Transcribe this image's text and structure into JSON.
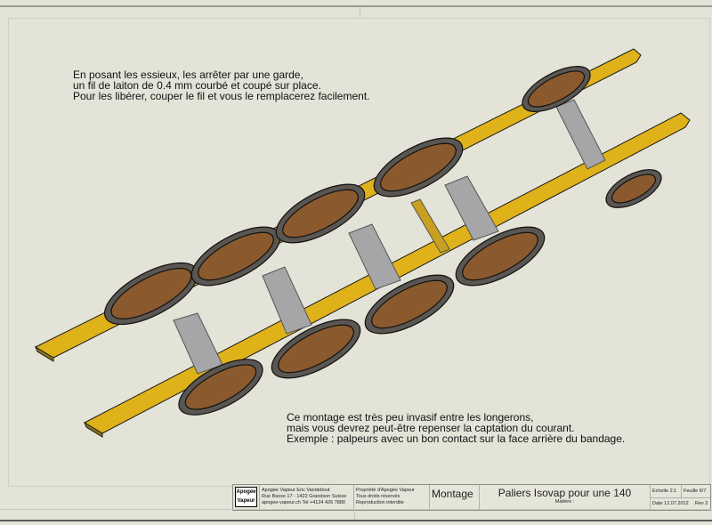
{
  "notes": {
    "top": [
      "En posant les essieux, les arrêter par une garde,",
      "un fil de laiton de 0.4 mm courbé et coupé sur place.",
      "Pour les libérer, couper le fil et vous le remplacerez facilement."
    ],
    "bottom": [
      "Ce montage est très peu invasif entre les longerons,",
      "mais vous devrez peut-être repenser la captation du courant.",
      "Exemple : palpeurs avec un bon contact sur la face arrière du bandage."
    ]
  },
  "title_block": {
    "logo": [
      "Apogée",
      "Vapeur"
    ],
    "address": [
      "Apogée Vapeur Eric Vandebout",
      "Rue Basse 17 - 1422 Grandson Suisse",
      "apogee-vapeur.ch Tel +4124 426 7880"
    ],
    "property": [
      "Propriété d'Apogée Vapeur",
      "Tous droits réservés",
      "Reproduction interdite"
    ],
    "type": "Montage",
    "title": "Paliers Isovap pour une 140",
    "material_label": "Matière :",
    "scale": "Echelle 2:1",
    "sheet": "Feuille 6/7",
    "date": "Date 12.07.2012",
    "rev": "Rev 2"
  },
  "colors": {
    "rail": "#e0b21a",
    "wheel": "#8a5a2e",
    "rim": "#5a5652",
    "axle": "#a6a6a8"
  }
}
